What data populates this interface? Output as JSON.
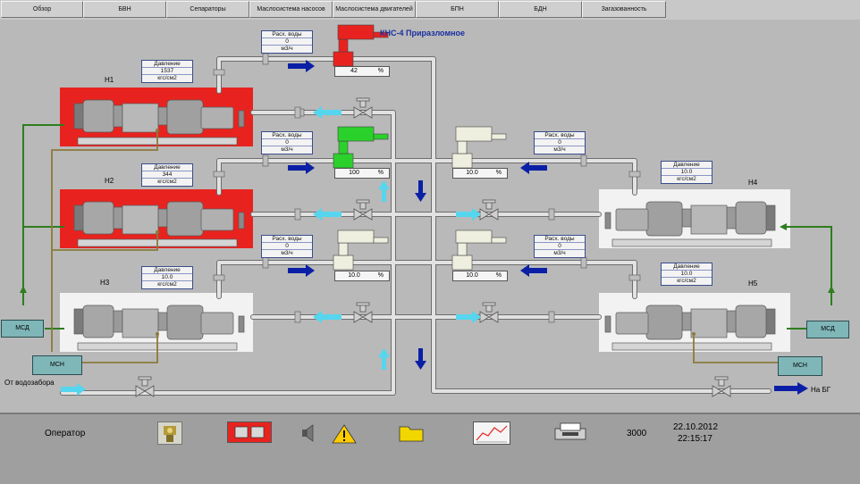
{
  "nav": [
    "Обзор",
    "БВН",
    "Сепараторы",
    "Маслосистема насосов",
    "Маслосистема двигателей",
    "БПН",
    "БДН",
    "Загазованность"
  ],
  "title": "КНС-4 Приразломное",
  "pumps": {
    "h1": "Н1",
    "h2": "Н2",
    "h3": "Н3",
    "h4": "Н4",
    "h5": "Н5"
  },
  "pressure": {
    "label": "Давление",
    "unit": "кгс/см2",
    "h1": "1537",
    "h2": "344",
    "h3": "10.0",
    "h4": "10.0",
    "h5": "10.0"
  },
  "flow": {
    "label": "Расх. воды",
    "unit": "м3/ч",
    "v1": "0",
    "v2": "0",
    "v3": "0",
    "v4": "0",
    "v5": "0"
  },
  "valves": {
    "unit": "%",
    "v1": "42",
    "v2": "100",
    "v3": "10.0",
    "v4": "10.0",
    "v5": "10.0"
  },
  "modules": {
    "msd": "МСД",
    "msn": "МСН"
  },
  "inlet": "От водозабора",
  "outlet": "На БГ",
  "footer": {
    "operator": "Оператор",
    "code": "3000",
    "date": "22.10.2012",
    "time": "22:15:17"
  },
  "colors": {
    "alarm": "#e8231f",
    "running": "#2bd12b",
    "pipe": "#e2e2e2",
    "flow_arrow": "#0b1fa6",
    "return_arrow": "#55d6ee",
    "oil_line": "#2e7d1e",
    "feed_line": "#8b7a3a"
  }
}
